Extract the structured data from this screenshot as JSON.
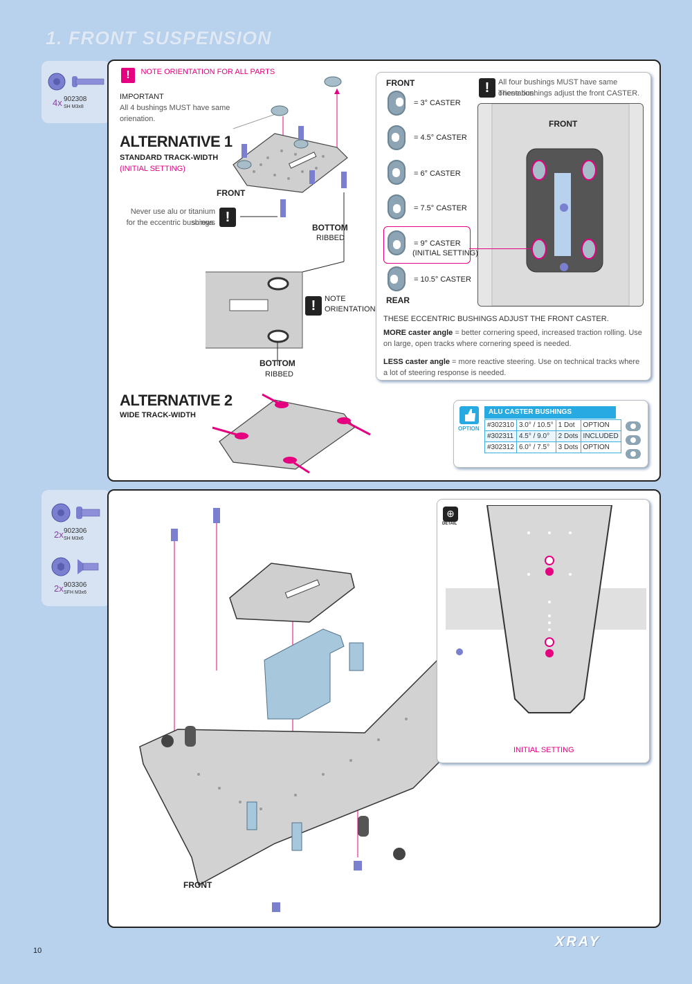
{
  "page": {
    "title": "1. FRONT SUSPENSION",
    "page_number": "10",
    "brand": "XRAY"
  },
  "step1": {
    "parts": [
      {
        "qty": "4x",
        "code": "902308",
        "desc": "SH M3x8"
      }
    ],
    "note_header": "NOTE ORIENTATION FOR ALL PARTS",
    "important_title": "IMPORTANT",
    "important_text1": "All 4 bushings MUST have same",
    "important_text2": "orienation.",
    "alt1_title": "ALTERNATIVE 1",
    "alt1_sub": "STANDARD TRACK-WIDTH",
    "alt1_initial": "(INITIAL SETTING)",
    "front_label": "FRONT",
    "screw_warning1": "Never use alu or titanium screws",
    "screw_warning2": "for the eccentric bushings.",
    "bottom_label": "BOTTOM",
    "ribbed_label": "RIBBED",
    "note_label": "NOTE",
    "orientation_label": "ORIENTATION",
    "alt2_title": "ALTERNATIVE 2",
    "alt2_sub": "WIDE TRACK-WIDTH"
  },
  "caster": {
    "front": "FRONT",
    "rear": "REAR",
    "items": [
      {
        "label": "= 3° CASTER"
      },
      {
        "label": "= 4.5° CASTER"
      },
      {
        "label": "= 6° CASTER"
      },
      {
        "label": "= 7.5° CASTER"
      },
      {
        "label": "= 9° CASTER",
        "note": "(INITIAL SETTING)"
      },
      {
        "label": "= 10.5° CASTER"
      }
    ],
    "warn_line1": "All four bushings MUST have same orientation.",
    "warn_line2": "These bushings adjust the front CASTER.",
    "inset_front": "FRONT",
    "adjust_text": "THESE ECCENTRIC BUSHINGS ADJUST THE FRONT CASTER.",
    "more_label": "MORE caster angle",
    "more_text": " = better cornering speed, increased traction rolling. Use on large, open tracks where cornering speed is needed.",
    "less_label": "LESS caster angle",
    "less_text": " = more reactive steering. Use on technical tracks where a lot of steering response is needed."
  },
  "option_table": {
    "icon_label": "OPTION",
    "header": "ALU CASTER BUSHINGS",
    "rows": [
      {
        "code": "#302310",
        "angles": "3.0° / 10.5°",
        "dots": "1 Dot",
        "status": "OPTION"
      },
      {
        "code": "#302311",
        "angles": "4.5° / 9.0°",
        "dots": "2 Dots",
        "status": "INCLUDED"
      },
      {
        "code": "#302312",
        "angles": "6.0° / 7.5°",
        "dots": "3 Dots",
        "status": "OPTION"
      }
    ]
  },
  "step2": {
    "parts": [
      {
        "qty": "2x",
        "code": "902306",
        "desc": "SH M3x6"
      },
      {
        "qty": "2x",
        "code": "903306",
        "desc": "SFH M3x6"
      }
    ],
    "detail_label": "DETAIL",
    "initial_setting": "INITIAL SETTING",
    "front_label": "FRONT"
  },
  "colors": {
    "accent": "#e4007f",
    "panel_bg": "#b8d1ec",
    "option_blue": "#27a9e1"
  }
}
